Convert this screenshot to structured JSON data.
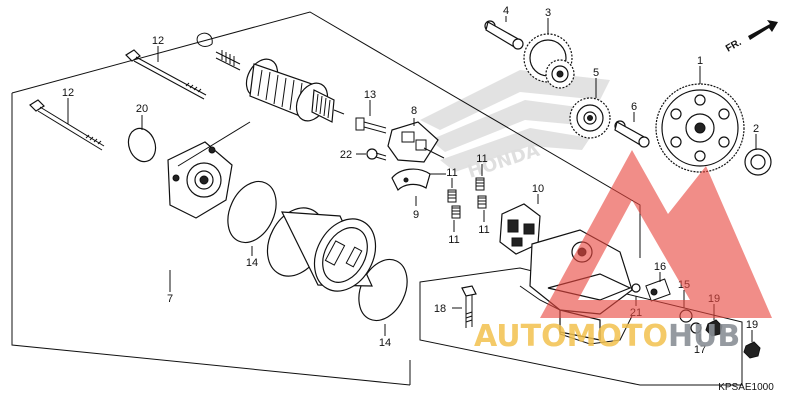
{
  "diagram": {
    "code": "KPSAE1000",
    "direction_label": "FR.",
    "background_logo_text": "HONDA",
    "callouts": {
      "c1": "1",
      "c2": "2",
      "c3": "3",
      "c4": "4",
      "c5": "5",
      "c6": "6",
      "c7": "7",
      "c8": "8",
      "c9": "9",
      "c10": "10",
      "c11a": "11",
      "c11b": "11",
      "c11c": "11",
      "c11d": "11",
      "c12a": "12",
      "c12b": "12",
      "c13": "13",
      "c14a": "14",
      "c14b": "14",
      "c15": "15",
      "c16": "16",
      "c17": "17",
      "c18": "18",
      "c19a": "19",
      "c19b": "19",
      "c20": "20",
      "c21": "21",
      "c22": "22"
    }
  },
  "watermark": {
    "part1": "AUTOMOTO",
    "part2": "HUB",
    "color1": "#f2c14e",
    "color2": "#8a8f96",
    "mark_color": "#e8473f"
  }
}
